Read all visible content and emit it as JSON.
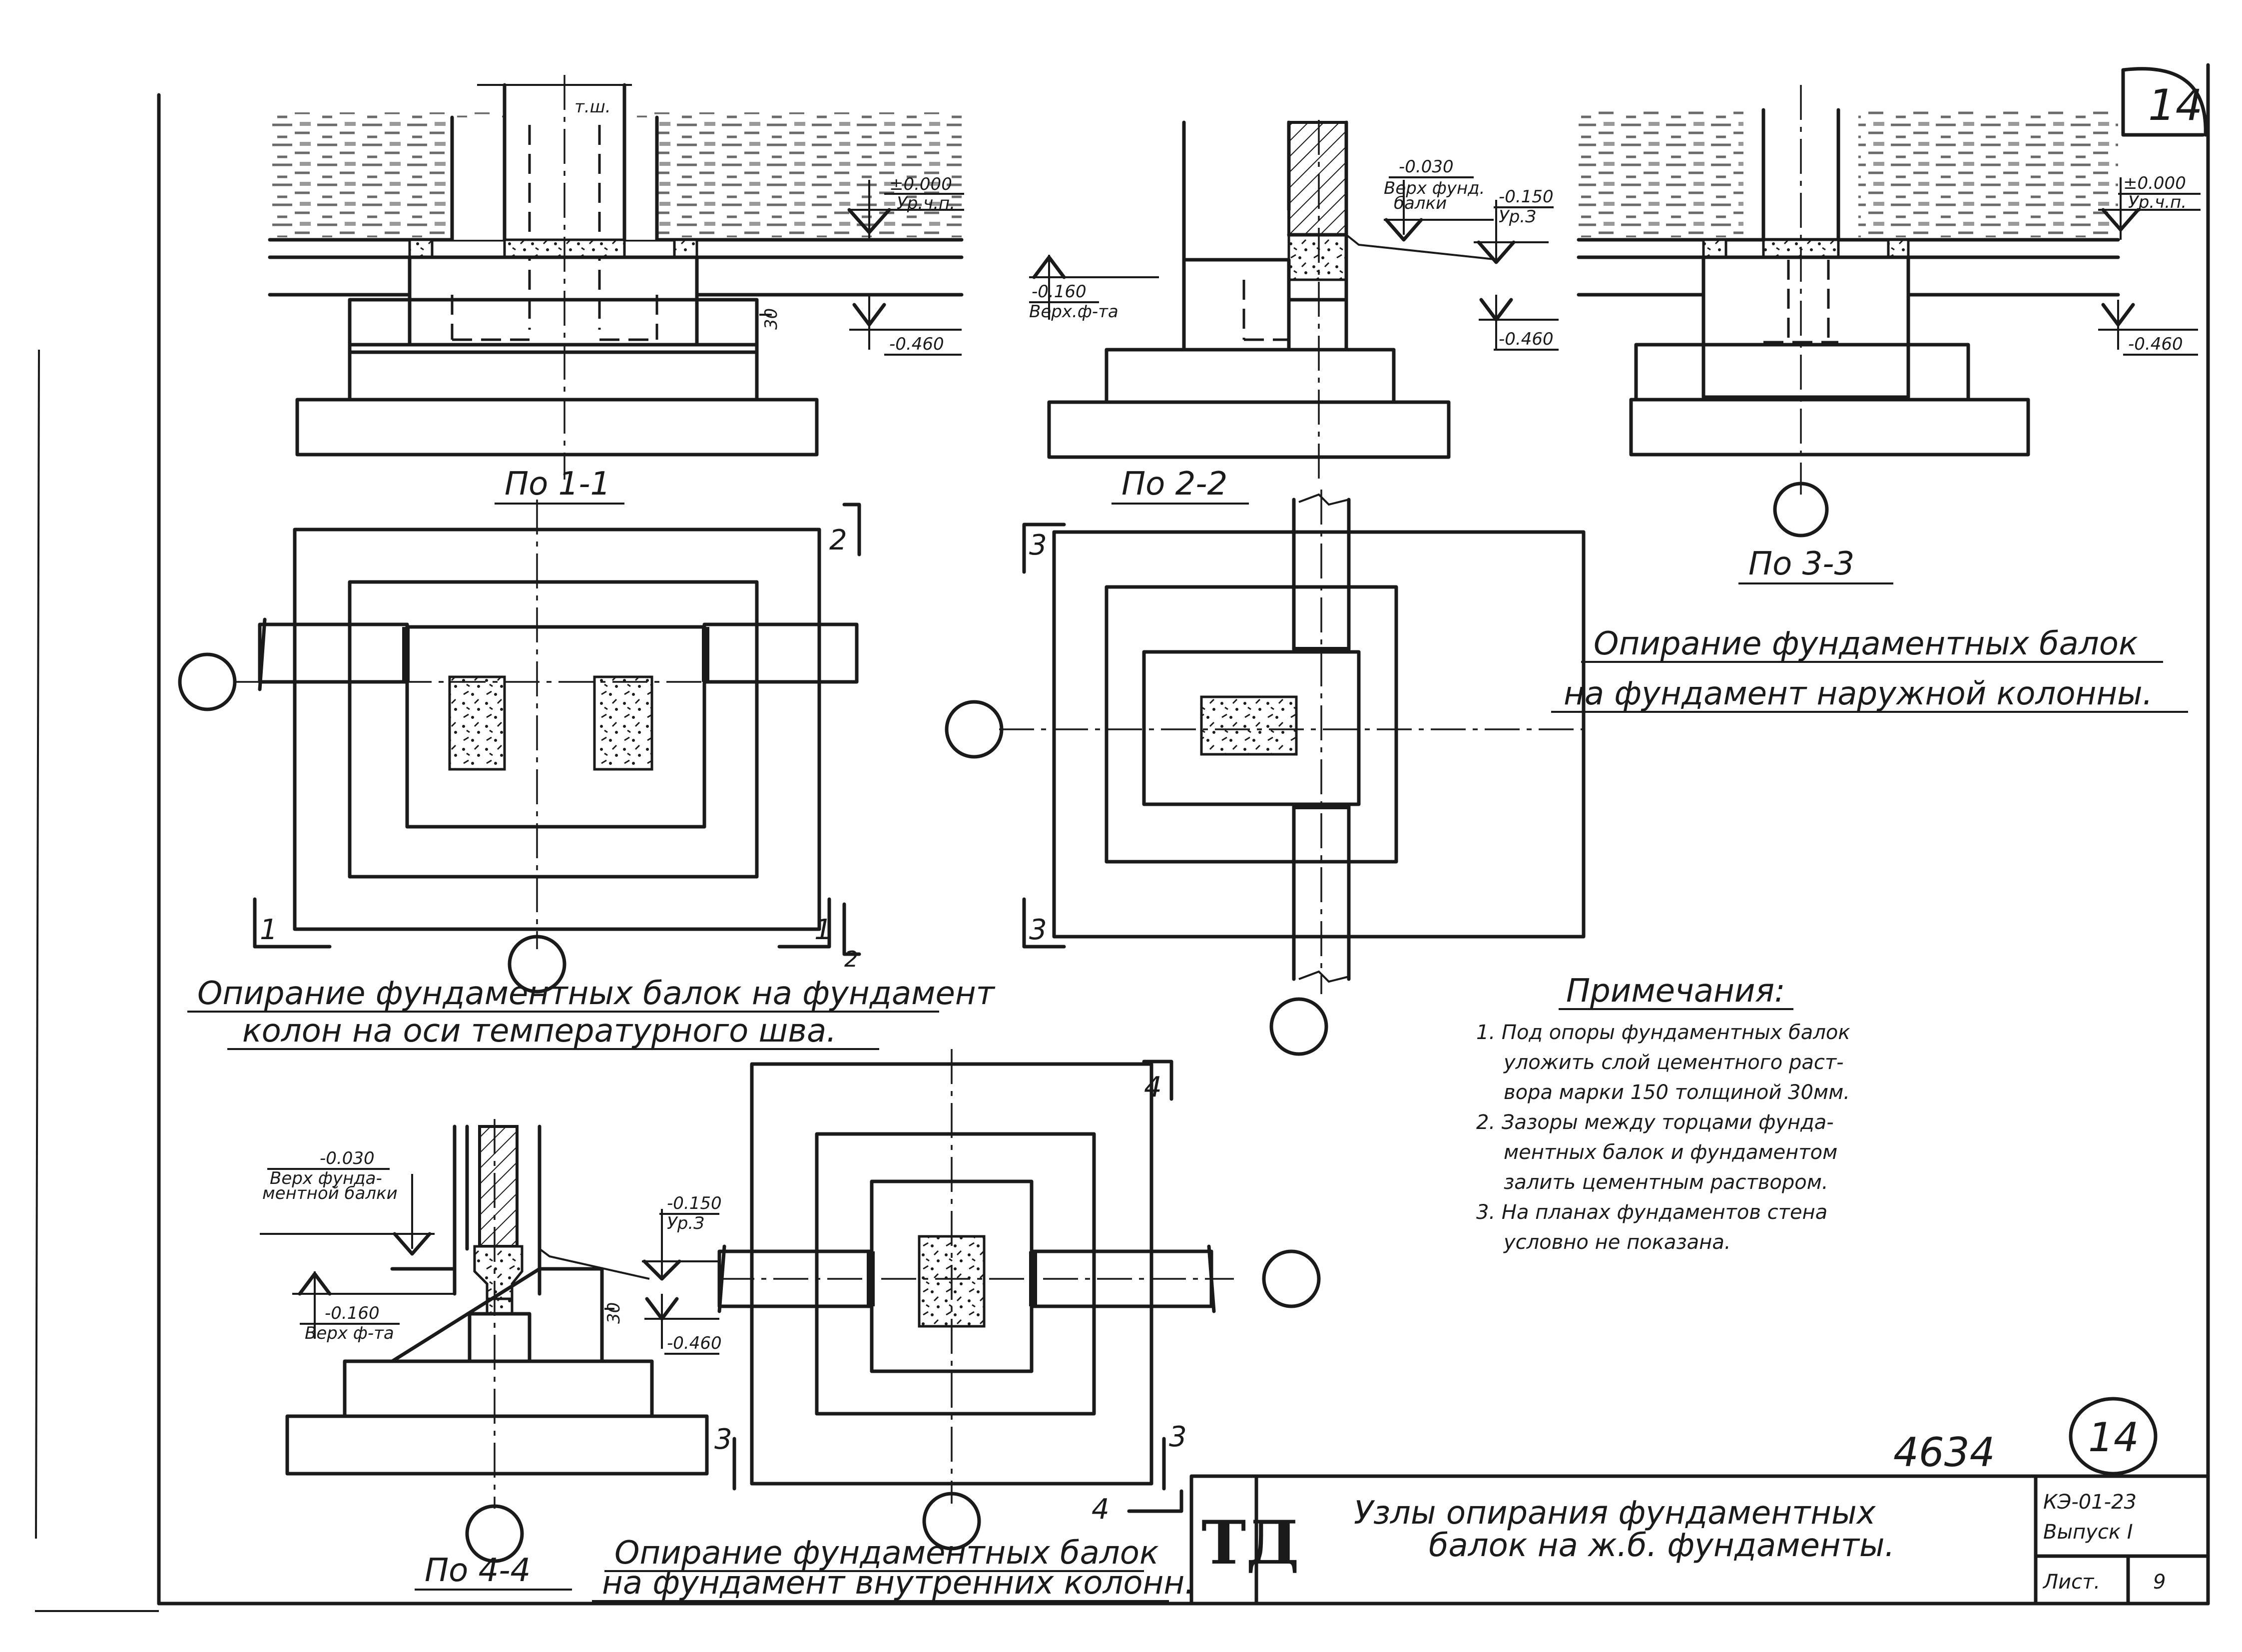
{
  "sheet": {
    "corner_number": "14",
    "archive_number": "4634",
    "archive_circle": "14"
  },
  "views": {
    "section_1": {
      "title": "По 1-1",
      "gap_label": "т.ш.",
      "level_top": "±0.000",
      "level_top_sub": "Ур.ч.п.",
      "level_bottom": "-0.460",
      "dim": "30"
    },
    "section_2": {
      "title": "По 2-2",
      "level_beam": "-0.030",
      "level_beam_sub1": "Верх фунд.",
      "level_beam_sub2": "балки",
      "level_ground": "-0.150",
      "level_ground_sub": "Ур.З",
      "level_left": "-0.160",
      "level_left_sub": "Верх.ф-та",
      "level_bottom": "-0.460"
    },
    "section_3": {
      "title": "По 3-3",
      "level_top": "±0.000",
      "level_top_sub": "Ур.ч.п.",
      "level_bottom": "-0.460"
    },
    "section_4": {
      "title": "По 4-4",
      "level_beam": "-0.030",
      "level_beam_sub1": "Верх фунда-",
      "level_beam_sub2": "ментной балки",
      "level_ground": "-0.150",
      "level_ground_sub": "Ур.З",
      "level_left": "-0.160",
      "level_left_sub": "Верх ф-та",
      "level_bottom": "-0.460",
      "dim": "30"
    }
  },
  "cut_marks": {
    "one": "1",
    "two": "2",
    "three": "3",
    "four": "4"
  },
  "captions": {
    "joint_line1": "Опирание фундаментных балок на фундамент",
    "joint_line2": "колон на оси температурного шва.",
    "outer_line1": "Опирание фундаментных балок",
    "outer_line2": "на фундамент наружной колонны.",
    "inner_line1": "Опирание фундаментных балок",
    "inner_line2": "на фундамент внутренних колонн."
  },
  "notes": {
    "heading": "Примечания:",
    "lines": [
      "1. Под опоры фундаментных балок",
      "уложить слой цементного раст-",
      "вора марки 150 толщиной 30мм.",
      "2. Зазоры между торцами фунда-",
      "ментных балок и фундаментом",
      "залить цементным раствором.",
      "3. На планах фундаментов стена",
      "условно не показана."
    ]
  },
  "title_block": {
    "logo": "ТД",
    "title_line1": "Узлы опирания фундаментных",
    "title_line2": "балок на ж.б. фундаменты.",
    "code": "КЭ-01-23",
    "issue": "Выпуск I",
    "sheet_label": "Лист.",
    "sheet_number": "9"
  }
}
